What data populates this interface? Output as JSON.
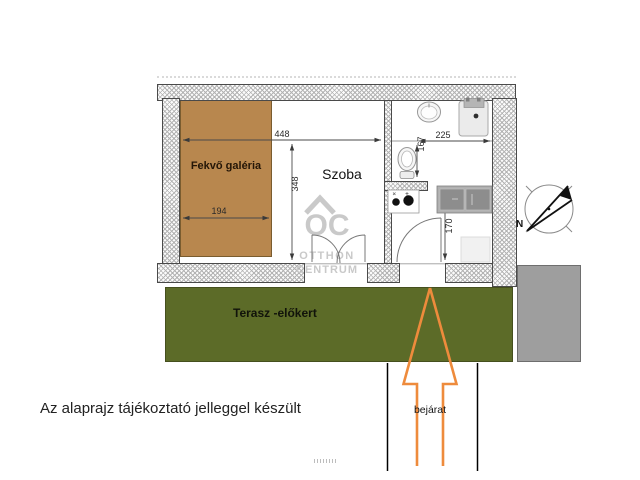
{
  "caption": "Az alaprajz tájékoztató jelleggel készült",
  "plan": {
    "gallery_label": "Fekvő galéria",
    "room_label": "Szoba",
    "dimensions": {
      "room_width_cm": "448",
      "room_depth_cm": "348",
      "gallery_width_cm": "194",
      "bath_width_cm": "225",
      "bath_depth_cm": "167",
      "kitchen_depth_cm": "170"
    }
  },
  "terrace": {
    "label": "Terasz -előkert"
  },
  "entrance": {
    "label": "bejárat"
  },
  "compass": {
    "north_label": "N"
  },
  "watermark": {
    "monogram": "OC",
    "line1": "OTTHON",
    "line2": "CENTRUM"
  },
  "colors": {
    "gallery": "#b8874e",
    "terrace": "#5c6b28",
    "concrete": "#9e9e9e",
    "arrow_orange": "#ee8b3c",
    "watermark_gray": "#c9c9c9"
  }
}
